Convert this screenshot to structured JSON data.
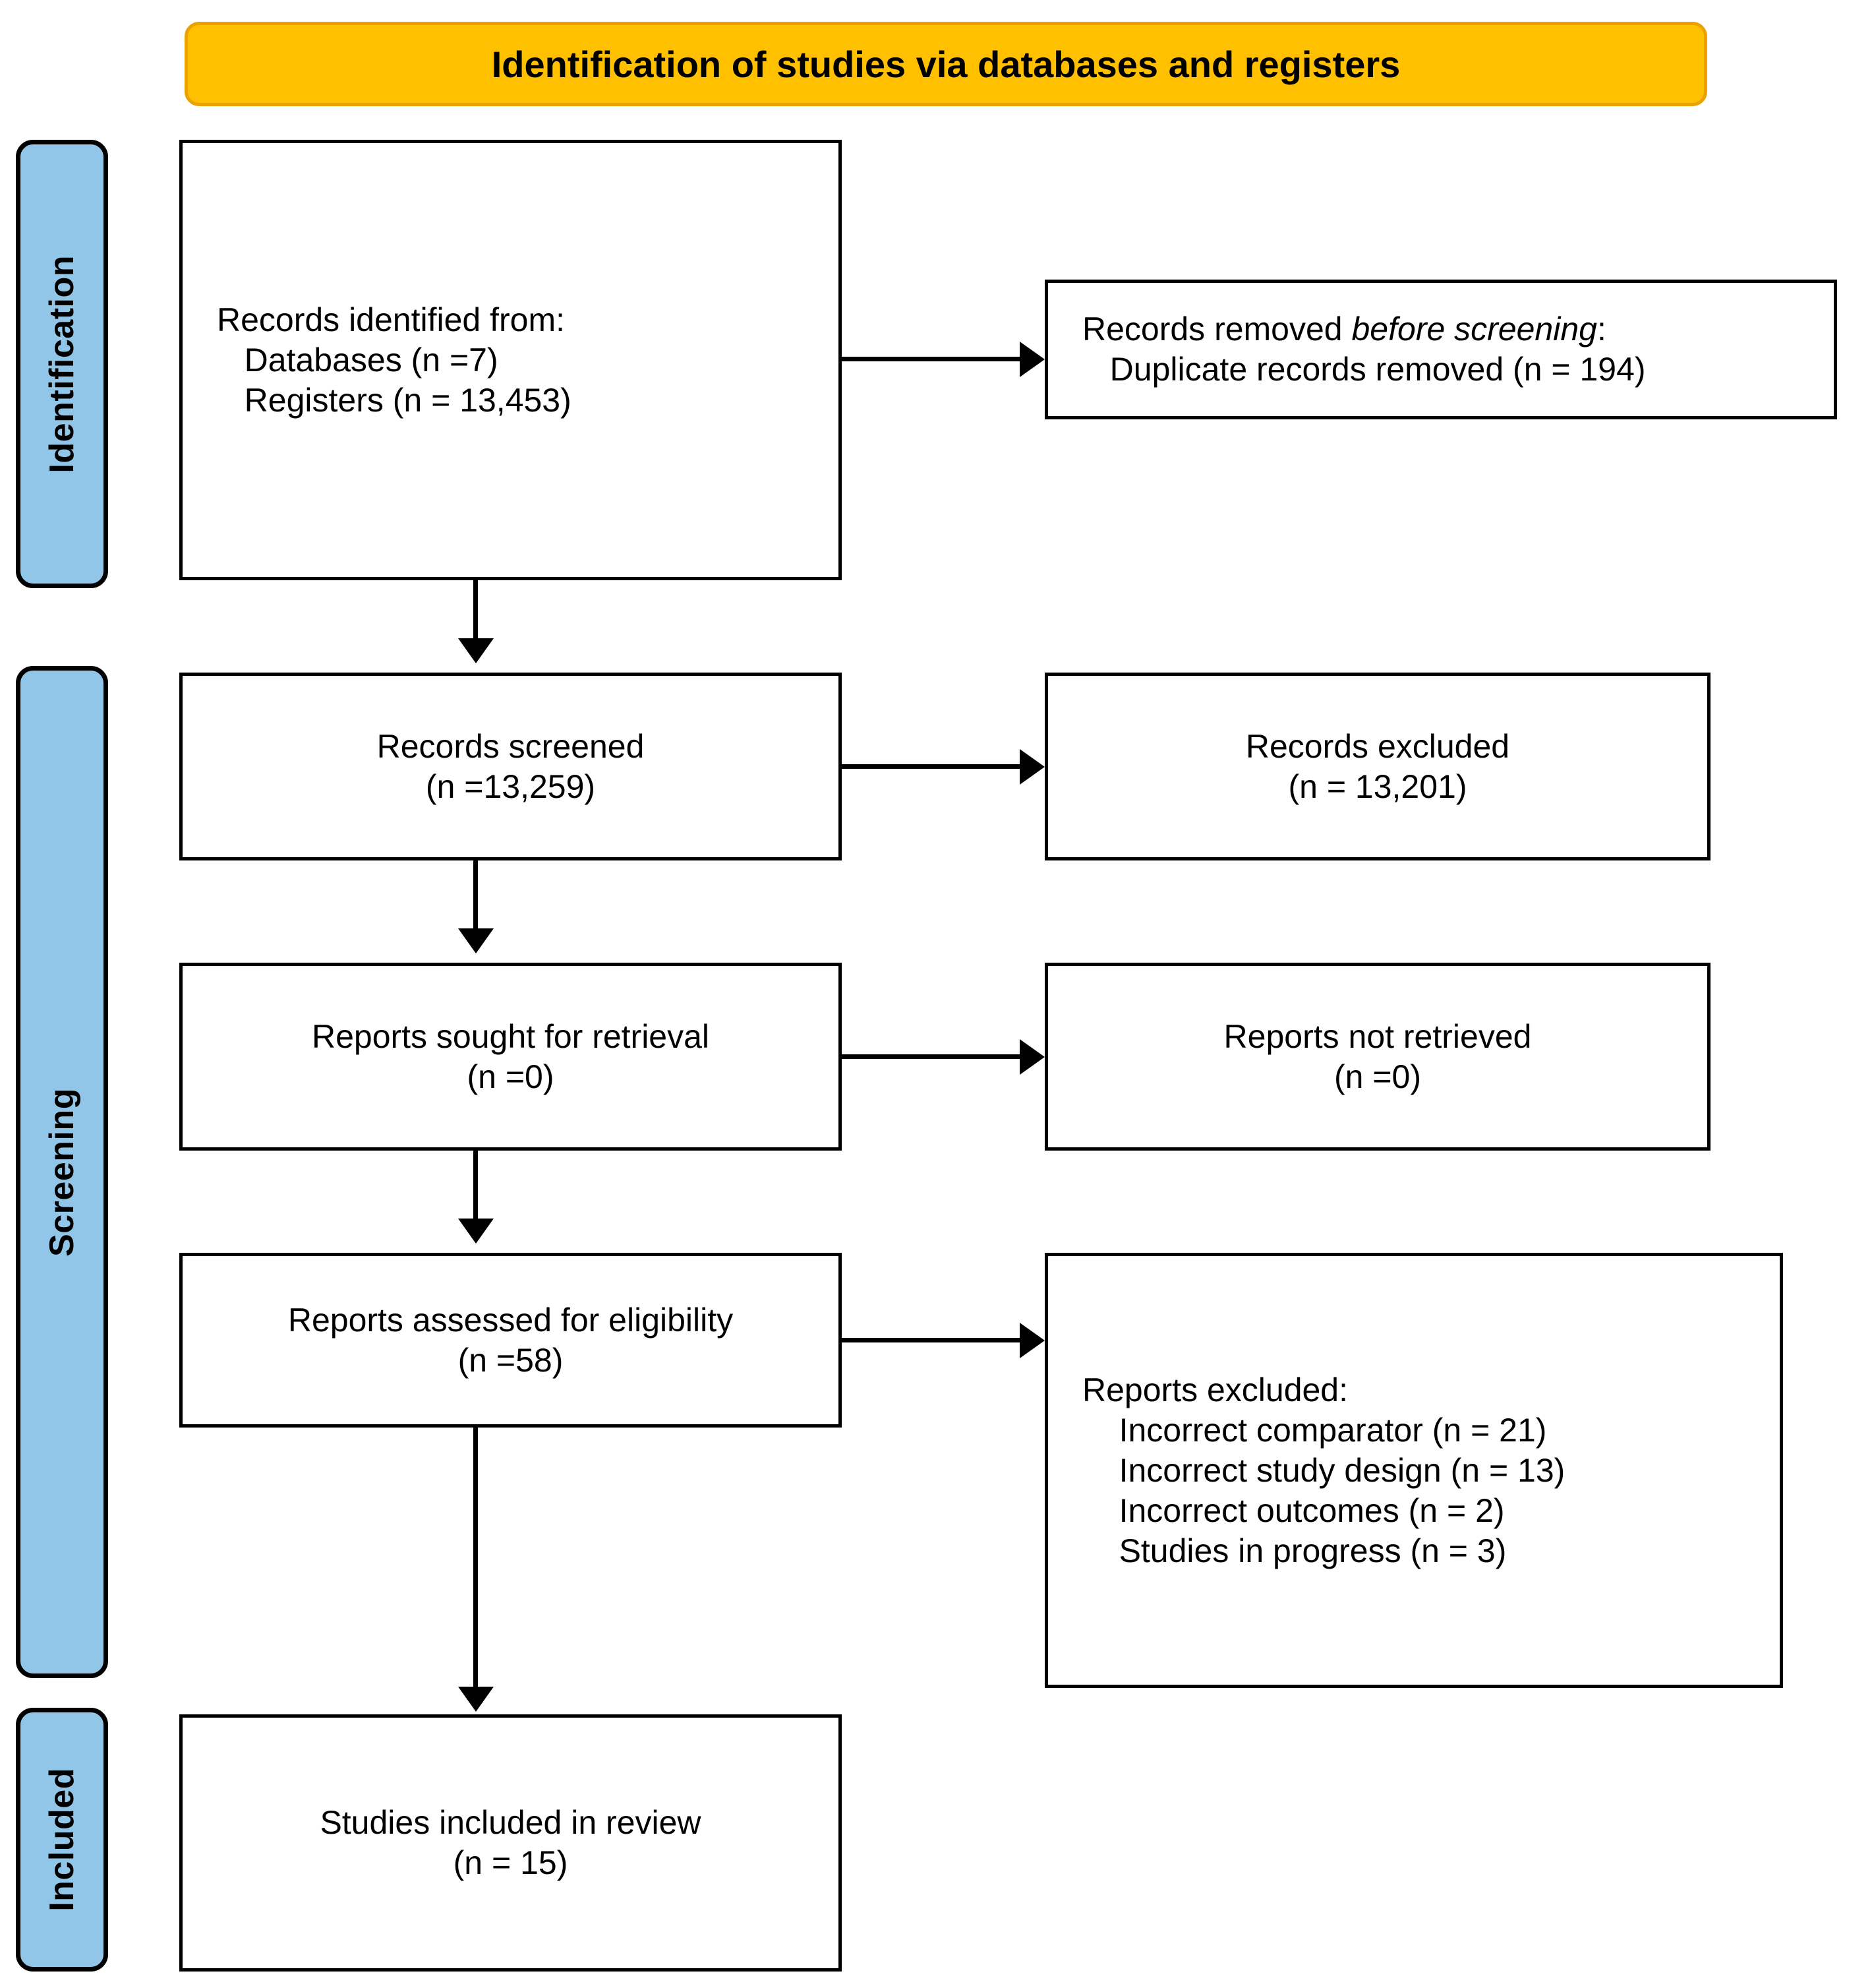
{
  "banner": {
    "title": "Identification of studies via databases and registers",
    "color": "#FFC000",
    "border_color": "#E9A200"
  },
  "stages": {
    "color": "#92C6E8",
    "identification": "Identification",
    "screening": "Screening",
    "included": "Included"
  },
  "boxes": {
    "records_identified": {
      "line1": "Records identified from:",
      "line2": "   Databases (n =7)",
      "line3": "   Registers (n = 13,453)"
    },
    "records_removed": {
      "line1_a": "Records removed ",
      "line1_b": "before screening",
      "line1_c": ":",
      "line2": "   Duplicate records removed (n = 194)"
    },
    "records_screened": {
      "line1": "Records screened",
      "line2": "(n =13,259)"
    },
    "records_excluded": {
      "line1": "Records excluded",
      "line2": "(n = 13,201)"
    },
    "reports_sought": {
      "line1": "Reports sought for retrieval",
      "line2": "(n =0)"
    },
    "reports_not_retrieved": {
      "line1": "Reports not retrieved",
      "line2": "(n =0)"
    },
    "reports_assessed": {
      "line1": "Reports assessed for eligibility",
      "line2": "(n =58)"
    },
    "reports_excluded": {
      "line1": "Reports excluded:",
      "line2": "    Incorrect comparator (n = 21)",
      "line3": "    Incorrect study design (n = 13)",
      "line4": "    Incorrect outcomes (n = 2)",
      "line5": "    Studies in progress (n = 3)"
    },
    "studies_included": {
      "line1": "Studies included in review",
      "line2": "(n = 15)"
    }
  }
}
